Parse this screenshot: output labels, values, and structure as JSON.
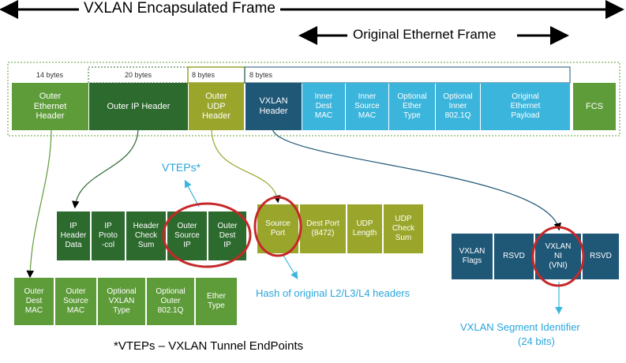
{
  "titles": {
    "encapsulated_frame": "VXLAN Encapsulated Frame",
    "original_frame": "Original Ethernet Frame"
  },
  "byte_labels": {
    "outer_ethernet": "14 bytes",
    "outer_ip": "20 bytes",
    "outer_udp": "8 bytes",
    "vxlan": "8 bytes"
  },
  "frame": {
    "outer_ethernet_header": "Outer\nEthernet\nHeader",
    "outer_ip_header": "Outer IP Header",
    "outer_udp_header": "Outer\nUDP\nHeader",
    "vxlan_header": "VXLAN\nHeader",
    "inner_dest_mac": "Inner\nDest\nMAC",
    "inner_source_mac": "Inner\nSource\nMAC",
    "optional_ether_type": "Optional\nEther\nType",
    "optional_inner_8021q": "Optional\nInner\n802.1Q",
    "original_payload": "Original\nEthernet\nPayload",
    "fcs": "FCS"
  },
  "ip_header": {
    "header_data": "IP\nHeader\nData",
    "protocol": "IP\nProto\n-col",
    "checksum": "Header\nCheck\nSum",
    "outer_source_ip": "Outer\nSource\nIP",
    "outer_dest_ip": "Outer\nDest\nIP"
  },
  "udp_header": {
    "source_port": "Source\nPort",
    "dest_port": "Dest Port\n(8472)",
    "udp_length": "UDP\nLength",
    "udp_checksum": "UDP\nCheck\nSum"
  },
  "ethernet_header": {
    "outer_dest_mac": "Outer\nDest\nMAC",
    "outer_source_mac": "Outer\nSource\nMAC",
    "optional_vxlan_type": "Optional\nVXLAN\nType",
    "optional_outer_8021q": "Optional\nOuter\n802.1Q",
    "ether_type": "Ether\nType"
  },
  "vxlan_fields": {
    "flags": "VXLAN\nFlags",
    "rsvd1": "RSVD",
    "vni": "VXLAN\nNI\n(VNI)",
    "rsvd2": "RSVD"
  },
  "annotations": {
    "vteps": "VTEPs*",
    "hash_note": "Hash of original L2/L3/L4 headers",
    "segment_id_line1": "VXLAN Segment Identifier",
    "segment_id_line2": "(24 bits)",
    "footnote": "*VTEPs – VXLAN Tunnel EndPoints"
  },
  "colors": {
    "ethernet_green": "#5e9c3a",
    "ip_dark_green": "#2d6a2e",
    "udp_olive": "#9aa62b",
    "vxlan_navy": "#1f5777",
    "inner_cyan": "#3bb5dc",
    "highlight_red": "#c62828",
    "note_blue": "#2aa5dc"
  }
}
